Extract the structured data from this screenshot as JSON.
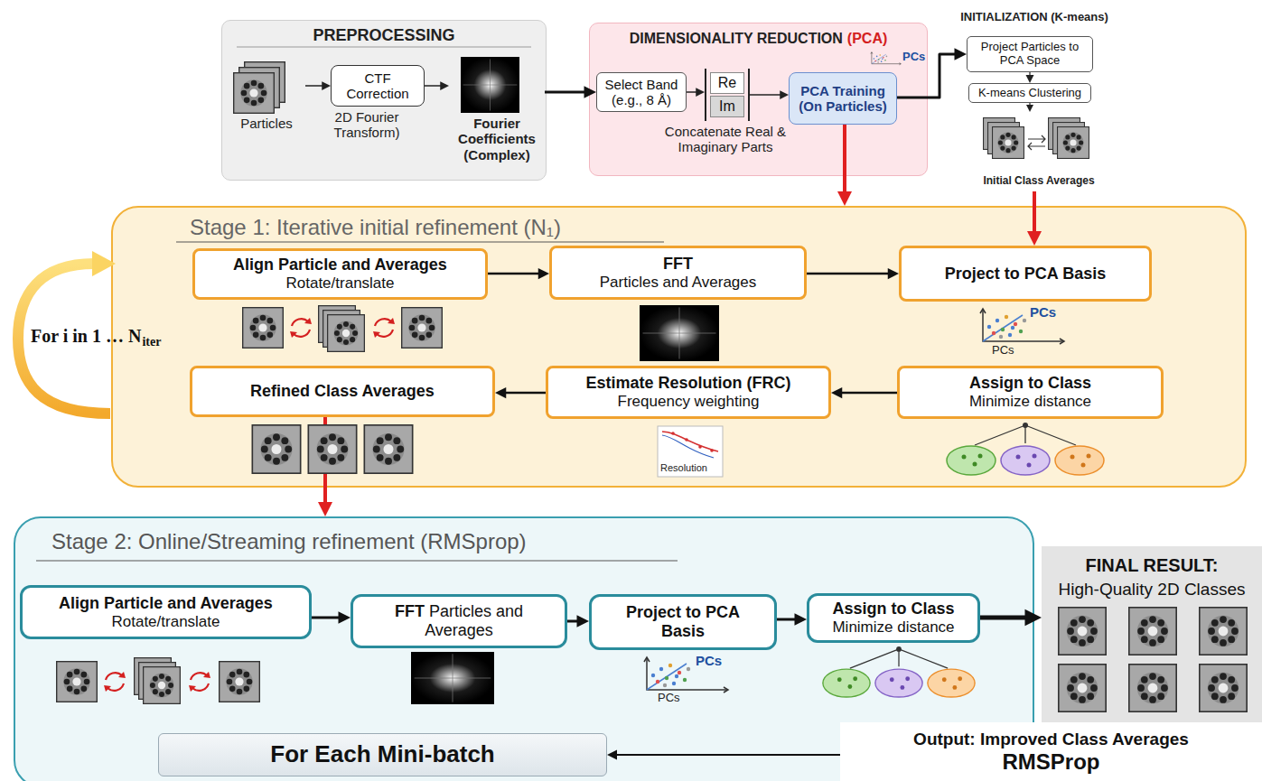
{
  "diagram": {
    "nodes": [
      {
        "text": [
          "PREPROCESSING"
        ]
      },
      {
        "text": [
          "Particles"
        ],
        "in": 0
      },
      {
        "text": [
          "CTF Correction"
        ],
        "in": 0
      },
      {
        "text": [
          "Fourier Coefficients (Complex)"
        ],
        "in": 0
      },
      {
        "text": [
          "DIMENSIONALITY REDUCTION",
          "(PCA)"
        ]
      },
      {
        "text": [
          "Select Band (e.g., 8 Å)"
        ],
        "in": 4
      },
      {
        "text": [
          "Re",
          "Im"
        ],
        "in": 4
      },
      {
        "text": [
          "PCA Training (On Particles)"
        ],
        "in": 4
      },
      {
        "text": [
          "INITIALIZATION (K-means)"
        ]
      },
      {
        "text": [
          "Project Particles to PCA Space"
        ],
        "in": 8
      },
      {
        "text": [
          "K-means Clustering"
        ],
        "in": 8
      },
      {
        "text": [
          "Initial Class Averages"
        ],
        "in": 8
      },
      {
        "text": [
          "Stage 1: Iterative initial refinement (N₁)"
        ]
      },
      {
        "text": [
          "Align Particle and Averages",
          "Rotate/translate"
        ],
        "in": 12
      },
      {
        "text": [
          "FFT",
          "Particles and Averages"
        ],
        "in": 12
      },
      {
        "text": [
          "Project to PCA Basis"
        ],
        "in": 12
      },
      {
        "text": [
          "Refined Class Averages"
        ],
        "in": 12
      },
      {
        "text": [
          "Estimate Resolution (FRC)",
          "Frequency weighting"
        ],
        "in": 12
      },
      {
        "text": [
          "Assign to Class",
          "Minimize distance"
        ],
        "in": 12
      },
      {
        "text": [
          "Stage 2: Online/Streaming refinement (RMSprop)"
        ]
      },
      {
        "text": [
          "Align Particle and Averages",
          "Rotate/translate"
        ],
        "in": 19
      },
      {
        "text": [
          "FFT",
          "Particles and Averages"
        ],
        "in": 19
      },
      {
        "text": [
          "Project to PCA Basis"
        ],
        "in": 19
      },
      {
        "text": [
          "Assign to Class",
          "Minimize distance"
        ],
        "in": 19
      },
      {
        "text": [
          "For Each Mini-batch"
        ],
        "in": 19
      },
      {
        "text": [
          "FINAL RESULT:",
          "High-Quality 2D Classes"
        ]
      },
      {
        "text": [
          "Output: Improved Class Averages",
          "RMSProp"
        ]
      }
    ],
    "edges": [
      {
        "from": 1,
        "to": 2,
        "arrow": "to"
      },
      {
        "from": 2,
        "to": 3,
        "arrow": "to"
      },
      {
        "from": 3,
        "to": 5,
        "arrow": "to"
      },
      {
        "from": 5,
        "to": 6,
        "arrow": "to"
      },
      {
        "from": 6,
        "to": 7,
        "arrow": "to"
      },
      {
        "from": 7,
        "to": 9,
        "arrow": "to"
      },
      {
        "from": 9,
        "to": 10,
        "arrow": "to"
      },
      {
        "from": 10,
        "to": 11,
        "arrow": "to"
      },
      {
        "from": 7,
        "to": 12,
        "arrow": "to"
      },
      {
        "from": 11,
        "to": 15,
        "arrow": "to"
      },
      {
        "from": 13,
        "to": 14,
        "arrow": "to"
      },
      {
        "from": 14,
        "to": 15,
        "arrow": "to"
      },
      {
        "from": 18,
        "to": 17,
        "arrow": "to"
      },
      {
        "from": 17,
        "to": 16,
        "arrow": "to"
      },
      {
        "from": 16,
        "to": 19,
        "arrow": "to"
      },
      {
        "from": 20,
        "to": 21,
        "arrow": "to"
      },
      {
        "from": 21,
        "to": 22,
        "arrow": "to"
      },
      {
        "from": 22,
        "to": 23,
        "arrow": "to"
      },
      {
        "from": 23,
        "to": 25,
        "arrow": "to"
      },
      {
        "from": 26,
        "to": 24,
        "arrow": "to"
      }
    ],
    "labels": [
      "2D Fourier Transform)",
      "Concatenate Real & Imaginary Parts",
      "PCs",
      "For i in 1 … N",
      "iter",
      "PCs",
      "PCs",
      "Resolution",
      "PCs",
      "PCs"
    ]
  }
}
